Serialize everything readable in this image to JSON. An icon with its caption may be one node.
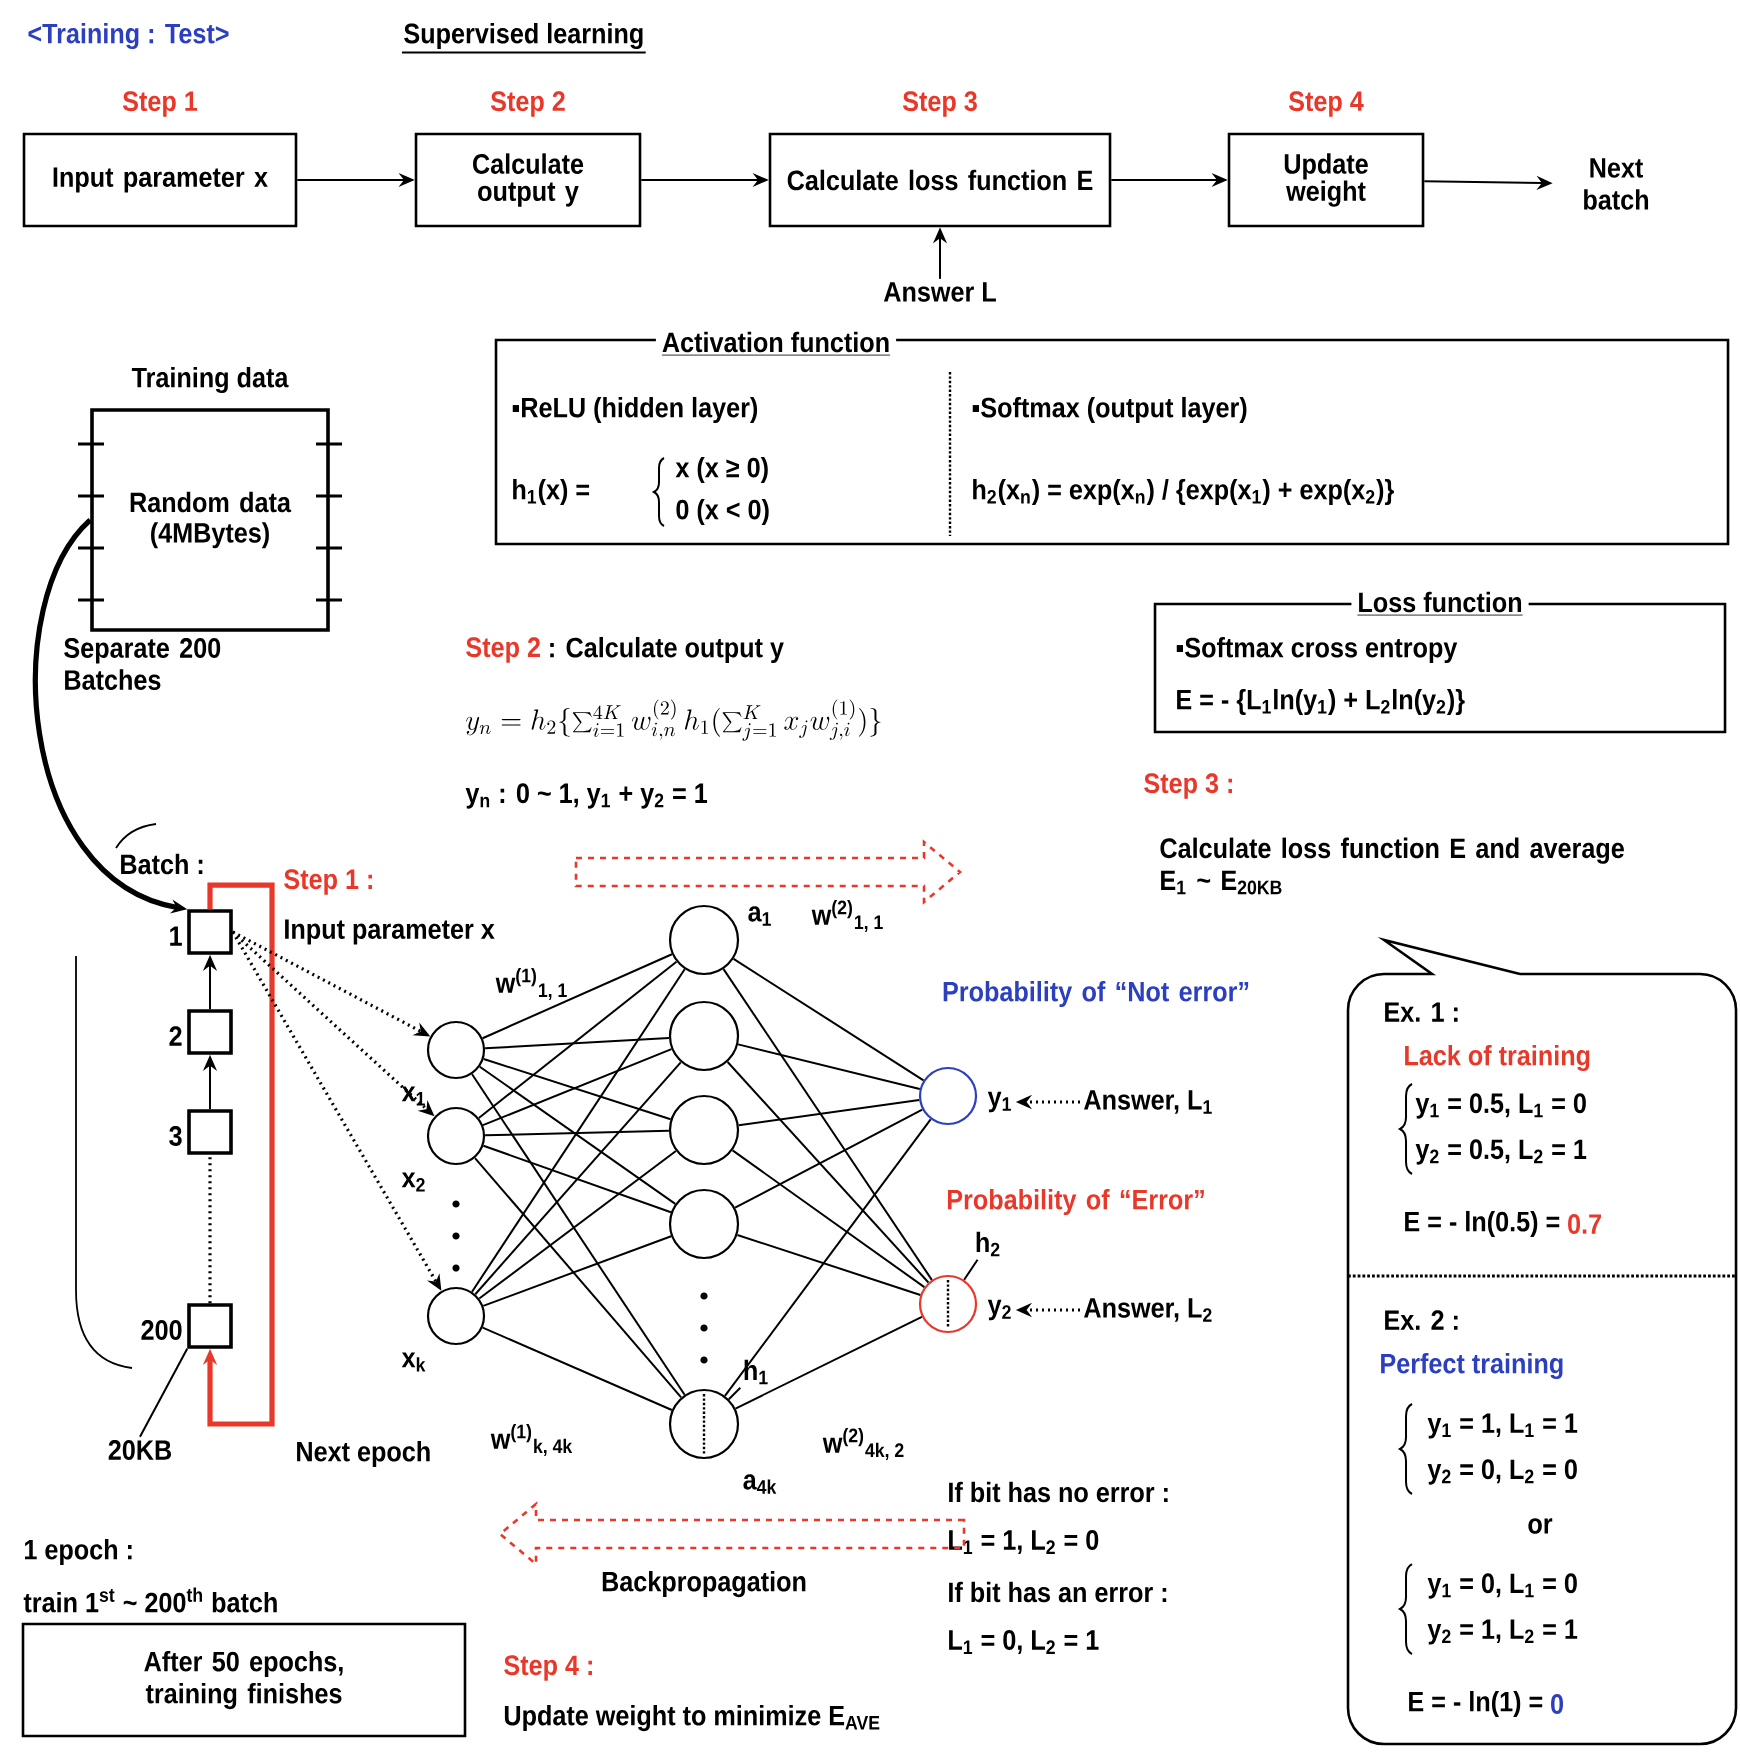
{
  "diagram": {
    "nodes": [
      {
        "text": [
          "Input parameter x"
        ],
        "beside": [
          "Step 1"
        ]
      },
      {
        "text": [
          "Calculate output y"
        ],
        "beside": [
          "Step 2"
        ]
      },
      {
        "text": [
          "Calculate loss function E"
        ],
        "beside": [
          "Step 3"
        ]
      },
      {
        "text": [
          "Update weight"
        ],
        "beside": [
          "Step 4"
        ]
      },
      {
        "text": [
          "Next batch"
        ]
      },
      {
        "text": [
          "Answer L"
        ]
      },
      {
        "text": [
          "Activation function",
          "▪ReLU (hidden layer)",
          "h$_{1}$(x) =",
          "x (x ≥ 0)",
          "0 (x < 0)",
          "▪Softmax (output layer)",
          "h$_{2}$(x$_{n}$) = exp(x$_{n}$) / {exp(x$_{1}$) + exp(x$_{2}$)}"
        ]
      },
      {
        "text": [
          "Training data",
          "Random data (4MBytes)"
        ]
      },
      {
        "text": [
          "Loss function",
          "▪Softmax cross entropy",
          "E = - {L$_{1}$ln(y$_{1}$) + L$_{2}$ln(y$_{2}$)}"
        ]
      },
      {
        "text": [],
        "shape": "box",
        "beside": [
          "1"
        ]
      },
      {
        "text": [],
        "shape": "box",
        "beside": [
          "2"
        ]
      },
      {
        "text": [],
        "shape": "box",
        "beside": [
          "3"
        ]
      },
      {
        "text": [],
        "shape": "box",
        "beside": [
          "200"
        ]
      },
      {
        "text": [
          "20KB"
        ]
      },
      {
        "text": [],
        "shape": "circle",
        "beside": [
          "x$_{1}$"
        ]
      },
      {
        "text": [],
        "shape": "circle",
        "beside": [
          "x$_{2}$"
        ]
      },
      {
        "text": [],
        "shape": "circle",
        "beside": [
          "x$_{k}$"
        ]
      },
      {
        "text": [],
        "shape": "circle",
        "beside": [
          "a$_{1}$"
        ]
      },
      {
        "text": [],
        "shape": "circle"
      },
      {
        "text": [],
        "shape": "circle"
      },
      {
        "text": [],
        "shape": "circle"
      },
      {
        "text": [],
        "shape": "circle",
        "beside": [
          "a$_{4k}$"
        ]
      },
      {
        "text": [],
        "shape": "circle"
      },
      {
        "text": [],
        "shape": "circle"
      },
      {
        "text": [
          "y$_{1}$"
        ]
      },
      {
        "text": [
          "y$_{2}$"
        ]
      },
      {
        "text": [
          "Answer, L$_{1}$"
        ]
      },
      {
        "text": [
          "Answer, L$_{2}$"
        ]
      },
      {
        "text": [
          "h$_{1}$"
        ]
      },
      {
        "text": [
          "h$_{2}$"
        ]
      },
      {
        "text": [
          "Ex. 1 :",
          "Lack of training",
          "y$_{1}$ = 0.5, L$_{1}$ = 0",
          "y$_{2}$ = 0.5, L$_{2}$ = 1",
          "E = - ln(0.5) =",
          "0.7",
          "Ex. 2 :",
          "Perfect training",
          "y$_{1}$ = 1, L$_{1}$ = 1",
          "y$_{2}$ = 0, L$_{2}$ = 0",
          "or",
          "y$_{1}$ = 0, L$_{1}$ = 0",
          "y$_{2}$ = 1, L$_{2}$ = 1",
          "E = - ln(1) =",
          "0"
        ]
      },
      {
        "text": [
          "After 50 epochs, training finishes"
        ]
      }
    ],
    "edges": [
      {
        "from": 0,
        "to": 1,
        "arrow": "to"
      },
      {
        "from": 1,
        "to": 2,
        "arrow": "to"
      },
      {
        "from": 2,
        "to": 3,
        "arrow": "to"
      },
      {
        "from": 3,
        "to": 4,
        "arrow": "to"
      },
      {
        "from": 5,
        "to": 2,
        "arrow": "to"
      },
      {
        "from": 7,
        "to": 9,
        "arrow": "to",
        "style": "thick",
        "label": "Separate 200 Batches"
      },
      {
        "from": 10,
        "to": 9,
        "arrow": "to"
      },
      {
        "from": 11,
        "to": 10,
        "arrow": "to"
      },
      {
        "from": 12,
        "to": 11,
        "arrow": "none",
        "style": "dashed"
      },
      {
        "from": 9,
        "to": 12,
        "arrow": "to",
        "style": "thick",
        "color": "#e8382a",
        "label": "Next epoch"
      },
      {
        "from": 13,
        "to": 12,
        "arrow": "none"
      },
      {
        "from": 9,
        "to": 14,
        "arrow": "to",
        "style": "dashed"
      },
      {
        "from": 9,
        "to": 15,
        "arrow": "to",
        "style": "dashed"
      },
      {
        "from": 9,
        "to": 16,
        "arrow": "to",
        "style": "dashed"
      },
      {
        "from": 14,
        "to": 17,
        "arrow": "none"
      },
      {
        "from": 14,
        "to": 18,
        "arrow": "none"
      },
      {
        "from": 14,
        "to": 19,
        "arrow": "none"
      },
      {
        "from": 14,
        "to": 20,
        "arrow": "none"
      },
      {
        "from": 14,
        "to": 21,
        "arrow": "none"
      },
      {
        "from": 15,
        "to": 17,
        "arrow": "none"
      },
      {
        "from": 15,
        "to": 18,
        "arrow": "none"
      },
      {
        "from": 15,
        "to": 19,
        "arrow": "none"
      },
      {
        "from": 15,
        "to": 20,
        "arrow": "none"
      },
      {
        "from": 15,
        "to": 21,
        "arrow": "none"
      },
      {
        "from": 16,
        "to": 17,
        "arrow": "none"
      },
      {
        "from": 16,
        "to": 18,
        "arrow": "none"
      },
      {
        "from": 16,
        "to": 19,
        "arrow": "none"
      },
      {
        "from": 16,
        "to": 20,
        "arrow": "none"
      },
      {
        "from": 16,
        "to": 21,
        "arrow": "none"
      },
      {
        "from": 17,
        "to": 22,
        "arrow": "none"
      },
      {
        "from": 17,
        "to": 23,
        "arrow": "none"
      },
      {
        "from": 18,
        "to": 22,
        "arrow": "none"
      },
      {
        "from": 18,
        "to": 23,
        "arrow": "none"
      },
      {
        "from": 19,
        "to": 22,
        "arrow": "none"
      },
      {
        "from": 19,
        "to": 23,
        "arrow": "none"
      },
      {
        "from": 20,
        "to": 22,
        "arrow": "none"
      },
      {
        "from": 20,
        "to": 23,
        "arrow": "none"
      },
      {
        "from": 21,
        "to": 22,
        "arrow": "none"
      },
      {
        "from": 21,
        "to": 23,
        "arrow": "none"
      },
      {
        "from": 26,
        "to": 24,
        "arrow": "to",
        "style": "dashed"
      },
      {
        "from": 27,
        "to": 25,
        "arrow": "to",
        "style": "dashed"
      },
      {
        "from": 28,
        "to": 21,
        "arrow": "none"
      },
      {
        "from": 29,
        "to": 23,
        "arrow": "none"
      }
    ],
    "labels": [
      "<Training : Test>",
      "Supervised learning",
      "Step 2",
      ": Calculate output y",
      "y_n = h_2\\{\\sum_{i=1}^{4K} w^{(2)}_{i,n}\\, h_1(\\sum_{j=1}^{K} x_j w^{(1)}_{j,i})\\}",
      "y$_{n}$ : 0 ~ 1, y$_{1}$ + y$_{2}$ = 1",
      "Batch :",
      "Step 1 :",
      "Input parameter x",
      "Step 3 :",
      "Calculate loss function E and average E$_{1}$ ~ E$_{20KB}$",
      "w$^{(1)}$$_{1, 1}$",
      "w$^{(2)}$$_{1, 1}$",
      "Probability of “Not error”",
      "Probability of “Error”",
      "w$^{(1)}$$_{k, 4k}$",
      "w$^{(2)}$$_{4k, 2}$",
      "If bit has no error :",
      "L$_{1}$ = 1, L$_{2}$ = 0",
      "If bit has an error :",
      "L$_{1}$ = 0, L$_{2}$ = 1",
      "Backpropagation",
      "1 epoch :",
      "train 1$^{st}$ ~ 200$^{th}$ batch",
      "Step 4 :",
      "Update weight to minimize E$_{AVE}$"
    ]
  }
}
